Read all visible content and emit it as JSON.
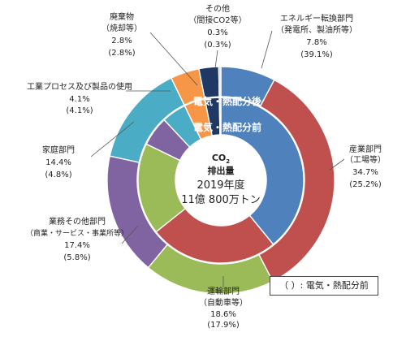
{
  "chart_data": {
    "type": "pie",
    "center": {
      "line1": "CO",
      "sub": "2",
      "line2": "排出量",
      "line3": "2019年度",
      "line4": "11億 800万トン"
    },
    "ring_labels": {
      "outer": "電気・熱配分後",
      "inner": "電気・熱配分前"
    },
    "outer_ring": [
      {
        "key": "energy",
        "value": 7.8,
        "color": "#4f81bd"
      },
      {
        "key": "industry",
        "value": 34.7,
        "color": "#c0504d"
      },
      {
        "key": "transport",
        "value": 18.6,
        "color": "#9bbb59"
      },
      {
        "key": "business",
        "value": 17.4,
        "color": "#8064a2"
      },
      {
        "key": "household",
        "value": 14.4,
        "color": "#4bacc6"
      },
      {
        "key": "process",
        "value": 4.1,
        "color": "#f79646"
      },
      {
        "key": "waste",
        "value": 2.8,
        "color": "#1f3864"
      },
      {
        "key": "other",
        "value": 0.3,
        "color": "#d9d9d9"
      }
    ],
    "inner_ring": [
      {
        "key": "energy",
        "value": 39.1,
        "color": "#4f81bd"
      },
      {
        "key": "industry",
        "value": 25.2,
        "color": "#c0504d"
      },
      {
        "key": "transport",
        "value": 17.9,
        "color": "#9bbb59"
      },
      {
        "key": "business",
        "value": 5.8,
        "color": "#8064a2"
      },
      {
        "key": "household",
        "value": 4.8,
        "color": "#4bacc6"
      },
      {
        "key": "process",
        "value": 4.1,
        "color": "#f79646"
      },
      {
        "key": "waste",
        "value": 2.8,
        "color": "#1f3864"
      },
      {
        "key": "other",
        "value": 0.3,
        "color": "#d9d9d9"
      }
    ],
    "labels": {
      "energy": {
        "name1": "エネルギー転換部門",
        "name2": "（発電所、製油所等）",
        "after": "7.8%",
        "before": "(39.1%)"
      },
      "industry": {
        "name1": "産業部門",
        "name2": "（工場等）",
        "after": "34.7%",
        "before": "(25.2%)"
      },
      "transport": {
        "name1": "運輸部門",
        "name2": "（自動車等）",
        "after": "18.6%",
        "before": "(17.9%)"
      },
      "business": {
        "name1": "業務その他部門",
        "name2": "（商業・サービス・事業所等）",
        "after": "17.4%",
        "before": "(5.8%)"
      },
      "household": {
        "name1": "家庭部門",
        "name2": "",
        "after": "14.4%",
        "before": "(4.8%)"
      },
      "process": {
        "name1": "工業プロセス及び製品の使用",
        "name2": "",
        "after": "4.1%",
        "before": "(4.1%)"
      },
      "waste": {
        "name1": "廃棄物",
        "name2": "（焼却等）",
        "after": "2.8%",
        "before": "(2.8%)"
      },
      "other": {
        "name1": "その他",
        "name2": "（間接CO2等）",
        "after": "0.3%",
        "before": "(0.3%)"
      }
    },
    "legend": "（ ）: 電気・熱配分前"
  }
}
